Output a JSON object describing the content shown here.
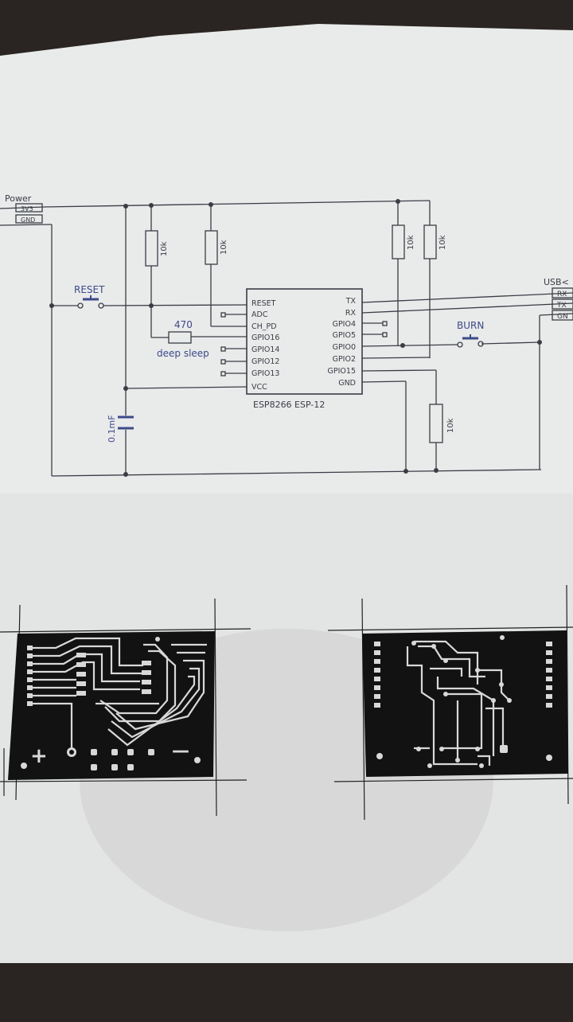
{
  "schematic": {
    "power_label": "Power",
    "power_pins": [
      "3V3",
      "GND"
    ],
    "reset_label": "RESET",
    "burn_label": "BURN",
    "usb_label": "USB<",
    "usb_pins": [
      "RX",
      "TX",
      "GN"
    ],
    "resistors": [
      "10k",
      "10k",
      "10k",
      "10k",
      "10k"
    ],
    "series_resistor": "470",
    "deep_sleep_label": "deep sleep",
    "capacitor_label": "0.1mF",
    "chip_name": "ESP8266  ESP-12",
    "chip_left_pins": [
      "RESET",
      "ADC",
      "CH_PD",
      "GPIO16",
      "GPIO14",
      "GPIO12",
      "GPIO13",
      "VCC"
    ],
    "chip_right_pins": [
      "TX",
      "RX",
      "GPIO4",
      "GPIO5",
      "GPIO0",
      "GPIO2",
      "GPIO15",
      "GND"
    ]
  },
  "pcb_left": {
    "plus_symbol": "+",
    "minus_symbol": "—"
  },
  "colors": {
    "paper": "#ecedec",
    "ink": "#3a3d45",
    "blue_ink": "#3c4a8a",
    "pcb_black": "#121212",
    "pcb_trace": "#d8d8d8",
    "background": "#2a2522"
  }
}
